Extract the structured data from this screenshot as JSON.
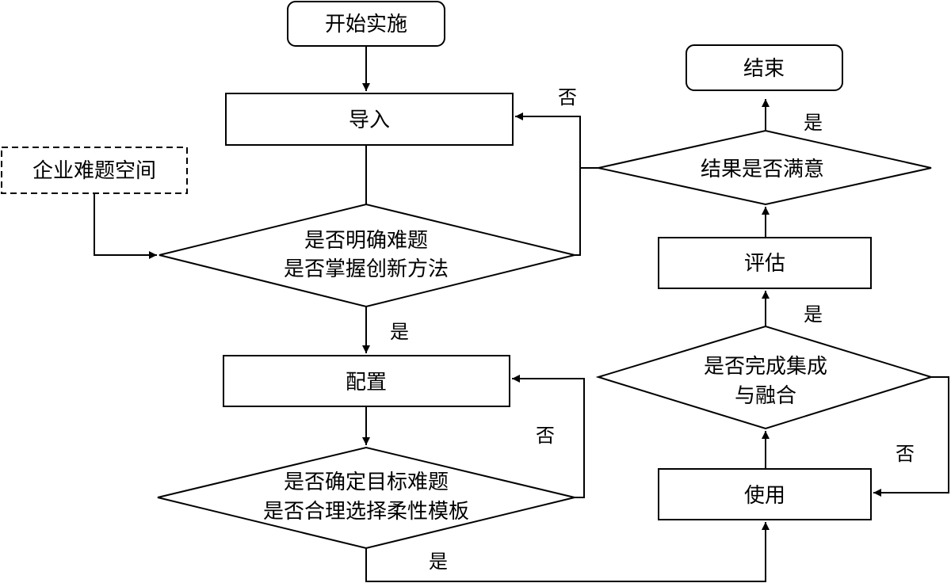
{
  "nodes": {
    "start": "开始实施",
    "import": "导入",
    "problem_space": "企业难题空间",
    "decision1_line1": "是否明确难题",
    "decision1_line2": "是否掌握创新方法",
    "configure": "配置",
    "decision2_line1": "是否确定目标难题",
    "decision2_line2": "是否合理选择柔性模板",
    "use": "使用",
    "decision3_line1": "是否完成集成",
    "decision3_line2": "与融合",
    "evaluate": "评估",
    "satisfied": "结果是否满意",
    "end": "结束"
  },
  "edges": {
    "d1_yes": "是",
    "d1_no": "否",
    "d2_yes": "是",
    "d2_no": "否",
    "d3_yes": "是",
    "d3_no": "否",
    "satisfied_yes": "是"
  }
}
